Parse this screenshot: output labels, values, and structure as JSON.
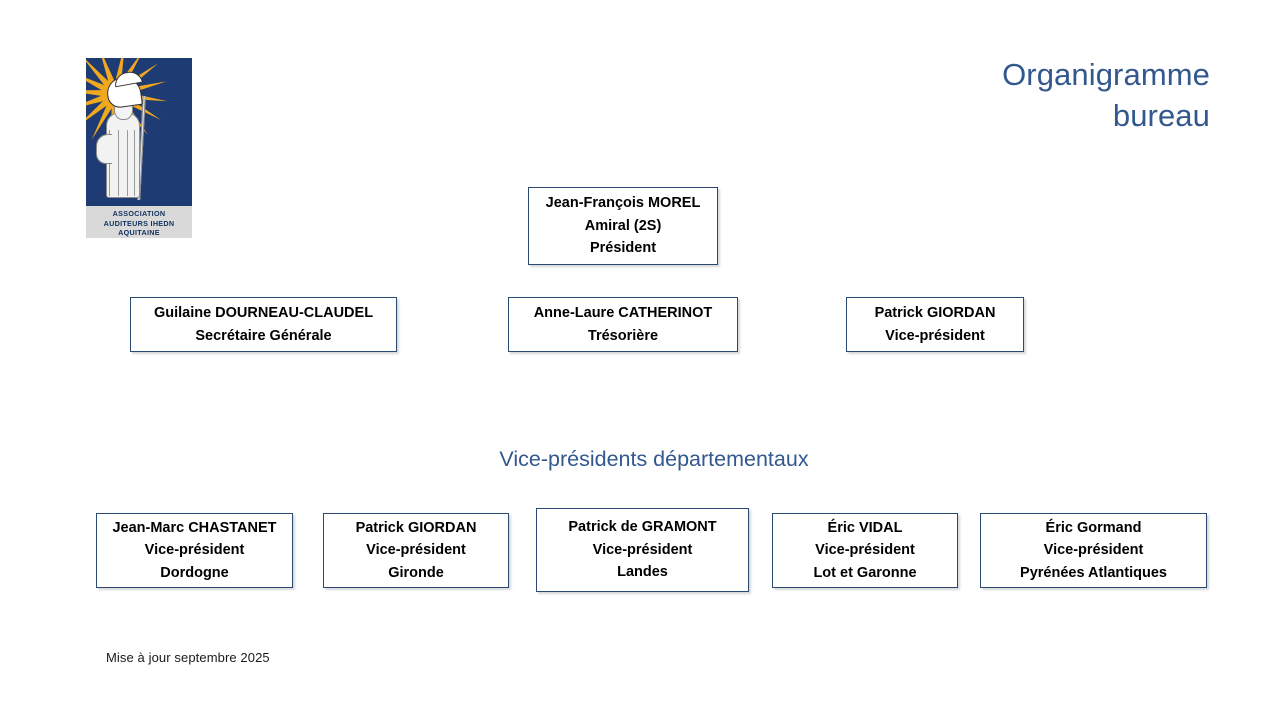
{
  "slide": {
    "title_lines": [
      "Organigramme",
      "bureau"
    ],
    "title_color": "#32588d",
    "background_color": "#ffffff"
  },
  "logo": {
    "name": "ihedn-aquitaine-logo",
    "plate_color": "#1f3b73",
    "ray_color": "#f0a81e",
    "caption_band_color": "#d9d9d9",
    "caption_text_color": "#12305f",
    "caption_lines": [
      "ASSOCIATION",
      "AUDITEURS  IHEDN",
      "AQUITAINE"
    ]
  },
  "bureau": {
    "president": {
      "lines": [
        "Jean-François MOREL",
        "Amiral (2S)",
        "Président"
      ]
    },
    "secretaire": {
      "lines": [
        "Guilaine DOURNEAU-CLAUDEL",
        "Secrétaire Générale"
      ]
    },
    "tresoriere": {
      "lines": [
        "Anne-Laure CATHERINOT",
        "Trésorière"
      ]
    },
    "vice_president": {
      "lines": [
        "Patrick GIORDAN",
        "Vice-président"
      ]
    }
  },
  "departements": {
    "heading": "Vice-présidents départementaux",
    "members": [
      {
        "lines": [
          "Jean-Marc CHASTANET",
          "Vice-président",
          "Dordogne"
        ]
      },
      {
        "lines": [
          "Patrick GIORDAN",
          "Vice-président",
          "Gironde"
        ]
      },
      {
        "lines": [
          "Patrick de GRAMONT",
          "Vice-président",
          "Landes"
        ]
      },
      {
        "lines": [
          "Éric VIDAL",
          "Vice-président",
          "Lot et Garonne"
        ]
      },
      {
        "lines": [
          "Éric Gormand",
          "Vice-président",
          "Pyrénées Atlantiques"
        ]
      }
    ]
  },
  "footer": {
    "update_note": "Mise à jour septembre 2025"
  },
  "style": {
    "box_border_color": "#2b4a73",
    "text_color": "#000000"
  }
}
